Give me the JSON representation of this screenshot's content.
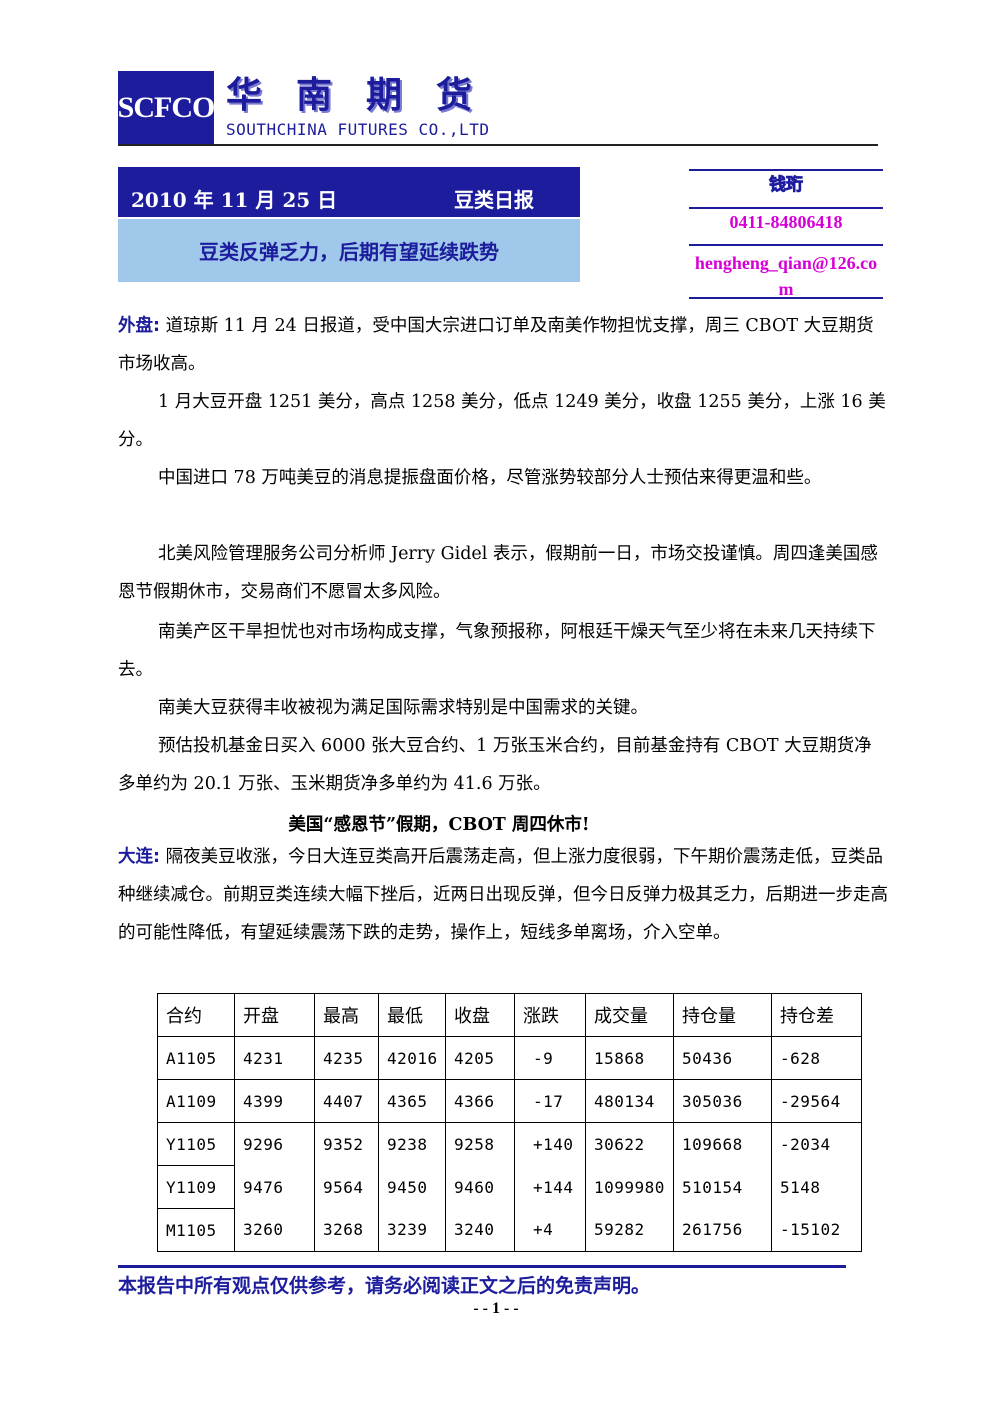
{
  "header": {
    "logo_text": "SCFCO",
    "company_cn": "华南期货",
    "company_en": "SOUTHCHINA FUTURES CO.,LTD"
  },
  "report": {
    "date": "2010 年 11 月 25 日",
    "type": "豆类日报",
    "headline": "豆类反弹乏力，后期有望延续跌势"
  },
  "contact": {
    "name": "钱珩",
    "phone": "0411-84806418",
    "email": "hengheng_qian@126.com"
  },
  "body": {
    "p1_label": "外盘:",
    "p1_text": " 道琼斯 11 月 24 日报道，受中国大宗进口订单及南美作物担忧支撑，周三 CBOT 大豆期货市场收高。",
    "p2": "1 月大豆开盘 1251 美分，高点 1258 美分，低点 1249 美分，收盘 1255 美分，上涨 16 美分。",
    "p3": "中国进口 78 万吨美豆的消息提振盘面价格，尽管涨势较部分人士预估来得更温和些。",
    "p4": "北美风险管理服务公司分析师 Jerry Gidel 表示，假期前一日，市场交投谨慎。周四逢美国感恩节假期休市，交易商们不愿冒太多风险。",
    "p5": "南美产区干旱担忧也对市场构成支撑，气象预报称，阿根廷干燥天气至少将在未来几天持续下去。",
    "p6": "南美大豆获得丰收被视为满足国际需求特别是中国需求的关键。",
    "p7": "预估投机基金日买入 6000 张大豆合约、1 万张玉米合约，目前基金持有 CBOT 大豆期货净多单约为 20.1 万张、玉米期货净多单约为 41.6 万张。",
    "subheading": "美国“感恩节”假期，CBOT 周四休市!",
    "p8_label": "大连:",
    "p8_text": " 隔夜美豆收涨，今日大连豆类高开后震荡走高，但上涨力度很弱，下午期价震荡走低，豆类品种继续减仓。前期豆类连续大幅下挫后，近两日出现反弹，但今日反弹力极其乏力，后期进一步走高的可能性降低，有望延续震荡下跌的走势，操作上，短线多单离场，介入空单。"
  },
  "table": {
    "headers": [
      "合约",
      "开盘",
      "最高",
      "最低",
      "收盘",
      "涨跌",
      "成交量",
      "持仓量",
      "持仓差"
    ],
    "rows": [
      [
        "A1105",
        "4231",
        "4235",
        "42016",
        "4205",
        "-9",
        "15868",
        "50436",
        "-628"
      ],
      [
        "A1109",
        "4399",
        "4407",
        "4365",
        "4366",
        "-17",
        "480134",
        "305036",
        "-29564"
      ],
      [
        "Y1105",
        "9296",
        "9352",
        "9238",
        "9258",
        "+140",
        "30622",
        "109668",
        "-2034"
      ],
      [
        "Y1109",
        "9476",
        "9564",
        "9450",
        "9460",
        "+144",
        "1099980",
        "510154",
        "5148"
      ],
      [
        "M1105",
        "3260",
        "3268",
        "3239",
        "3240",
        "+4",
        "59282",
        "261756",
        "-15102"
      ]
    ]
  },
  "footer": {
    "disclaimer": "本报告中所有观点仅供参考，请务必阅读正文之后的免责声明。",
    "page": "- - 1 - -"
  }
}
